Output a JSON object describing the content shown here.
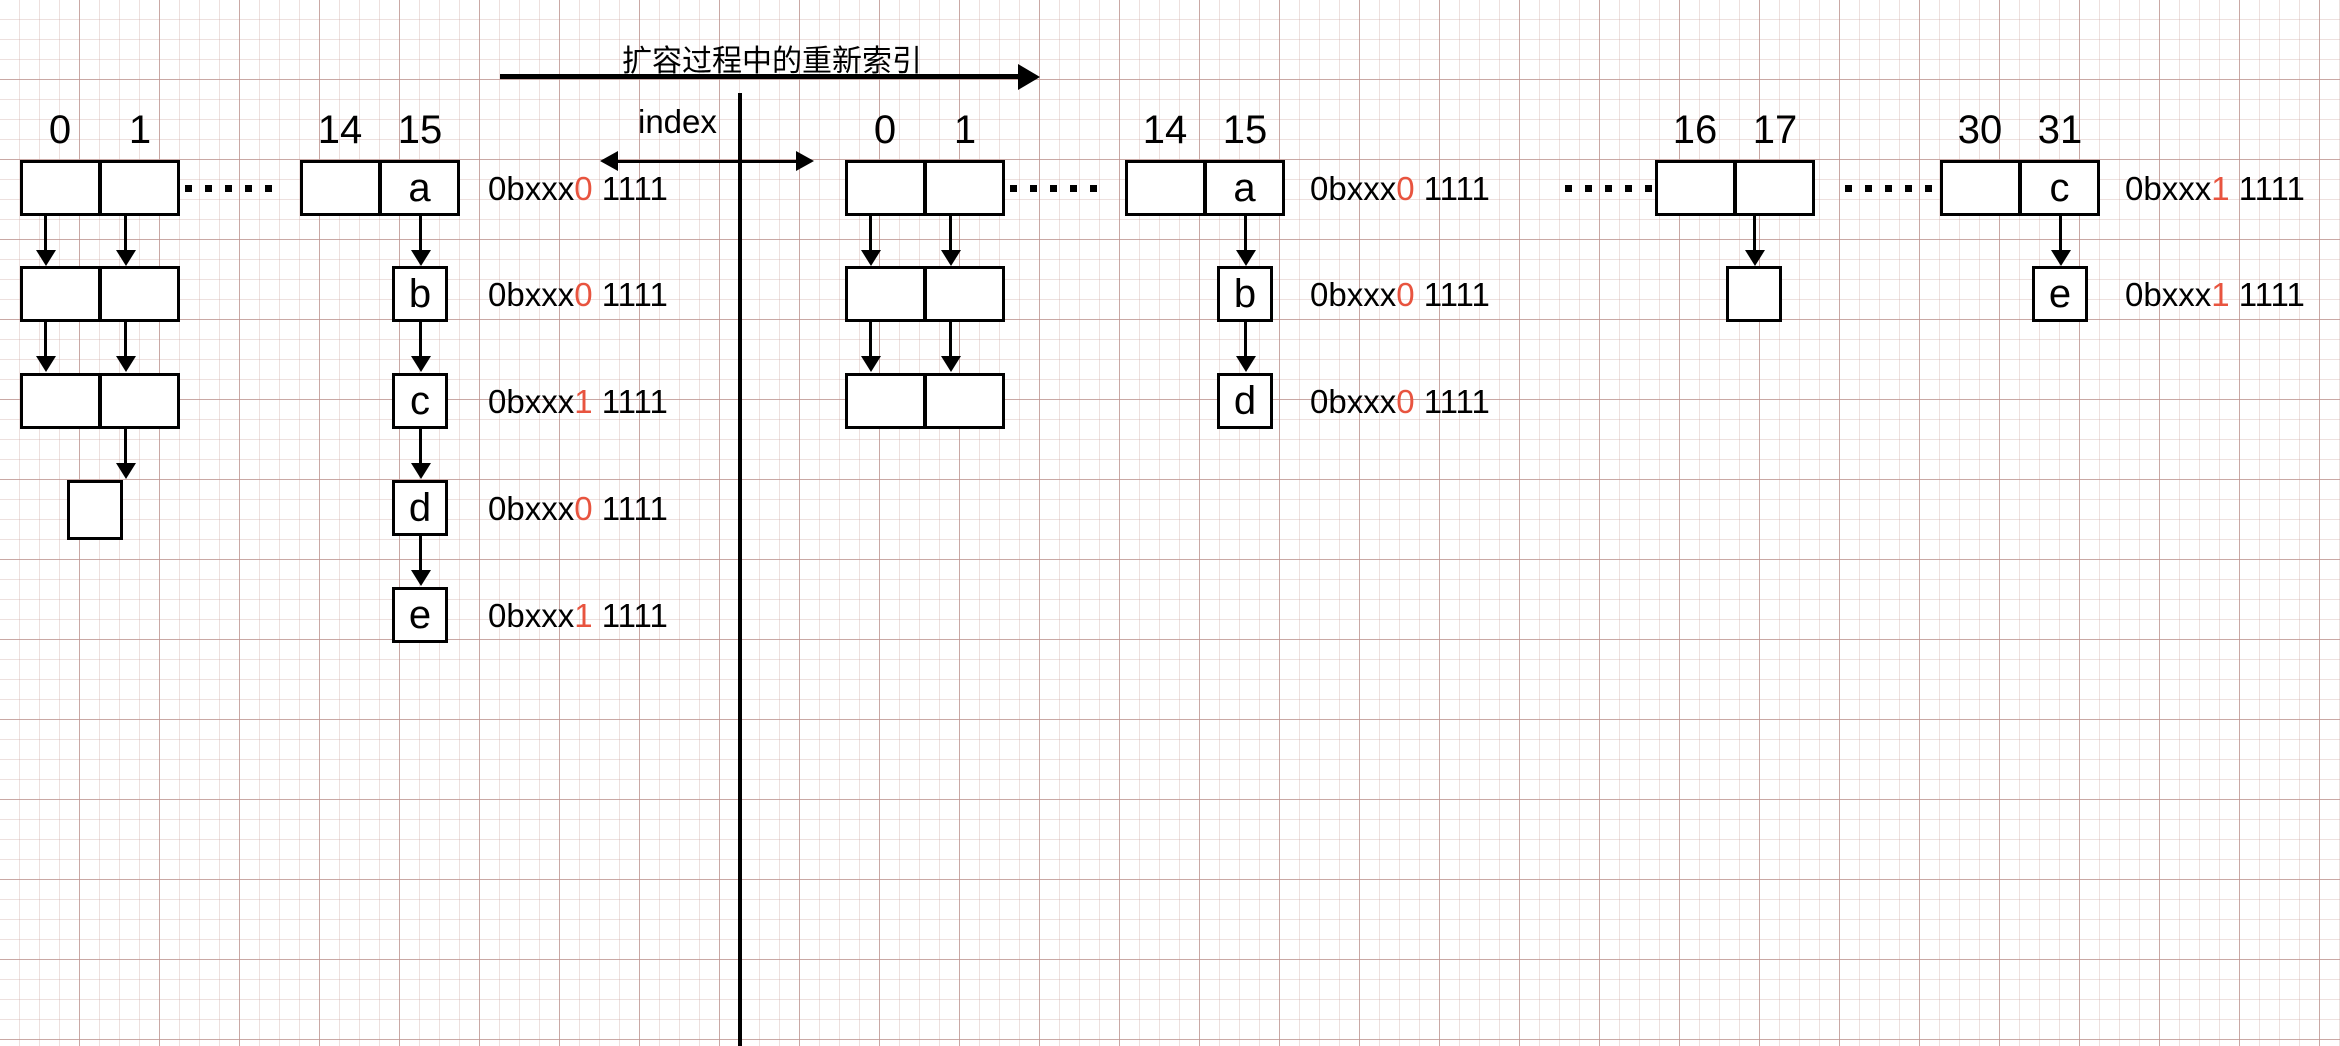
{
  "diagram": {
    "title": "扩容过程中的重新索引",
    "index_label": "index",
    "highlight_color": "#e8543f",
    "line_color": "#000000",
    "grid_color": "#be9691"
  },
  "left_table": {
    "caption": "",
    "buckets": [
      {
        "index": "0"
      },
      {
        "index": "1"
      },
      {
        "index": "14"
      },
      {
        "index": "15"
      }
    ],
    "chain_01": {
      "rows": [
        {
          "left": "",
          "right": ""
        },
        {
          "left": "",
          "right": ""
        },
        {
          "left": "",
          "right": ""
        },
        {
          "left": null,
          "right": ""
        }
      ]
    },
    "chain_15": {
      "nodes": [
        {
          "value": "a",
          "prefix": "0bxxx",
          "bit": "0",
          "suffix": " 1111"
        },
        {
          "value": "b",
          "prefix": "0bxxx",
          "bit": "0",
          "suffix": " 1111"
        },
        {
          "value": "c",
          "prefix": "0bxxx",
          "bit": "1",
          "suffix": " 1111"
        },
        {
          "value": "d",
          "prefix": "0bxxx",
          "bit": "0",
          "suffix": " 1111"
        },
        {
          "value": "e",
          "prefix": "0bxxx",
          "bit": "1",
          "suffix": " 1111"
        }
      ]
    }
  },
  "right_table": {
    "buckets": [
      {
        "index": "0"
      },
      {
        "index": "1"
      },
      {
        "index": "14"
      },
      {
        "index": "15"
      },
      {
        "index": "16"
      },
      {
        "index": "17"
      },
      {
        "index": "30"
      },
      {
        "index": "31"
      }
    ],
    "chain_01": {
      "rows": [
        {
          "left": "",
          "right": ""
        },
        {
          "left": "",
          "right": ""
        },
        {
          "left": "",
          "right": ""
        }
      ]
    },
    "chain_15": {
      "nodes": [
        {
          "value": "a",
          "prefix": "0bxxx",
          "bit": "0",
          "suffix": " 1111"
        },
        {
          "value": "b",
          "prefix": "0bxxx",
          "bit": "0",
          "suffix": " 1111"
        },
        {
          "value": "d",
          "prefix": "0bxxx",
          "bit": "0",
          "suffix": " 1111"
        }
      ]
    },
    "chain_17": {
      "nodes": [
        {
          "value": ""
        }
      ]
    },
    "chain_31": {
      "nodes": [
        {
          "value": "c",
          "prefix": "0bxxx",
          "bit": "1",
          "suffix": " 1111"
        },
        {
          "value": "e",
          "prefix": "0bxxx",
          "bit": "1",
          "suffix": " 1111"
        }
      ]
    }
  },
  "ellipses": {
    "glyph": "·····",
    "count": 5
  }
}
